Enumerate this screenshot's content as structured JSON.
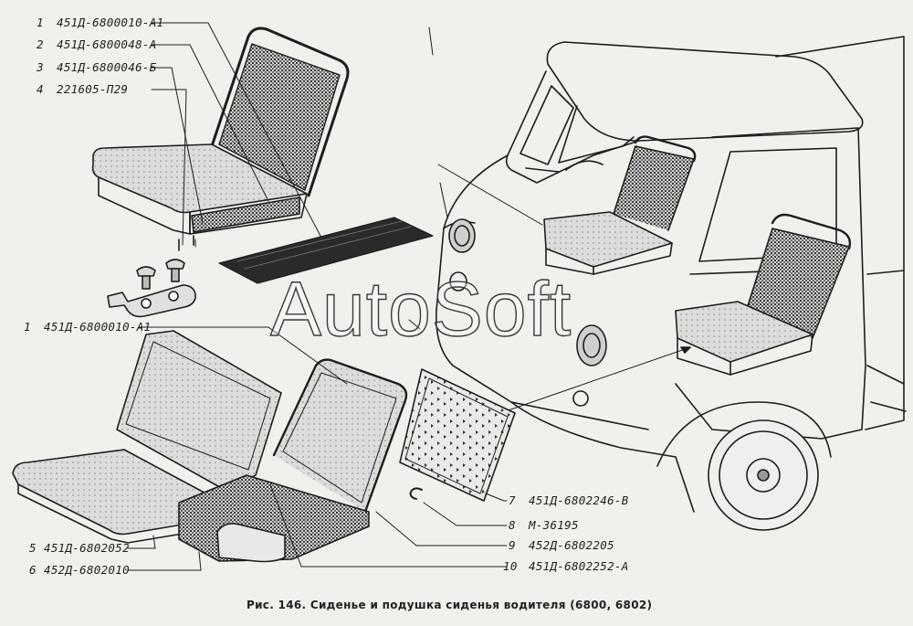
{
  "callouts_top": [
    {
      "num": "1",
      "code": "451Д-6800010-А1"
    },
    {
      "num": "2",
      "code": "451Д-6800048-А"
    },
    {
      "num": "3",
      "code": "451Д-6800046-Б"
    },
    {
      "num": "4",
      "code": "221605-П29"
    }
  ],
  "callout_mid": {
    "num": "1",
    "code": "451Д-6800010-А1"
  },
  "callouts_right": [
    {
      "num": "7",
      "code": "451Д-6802246-В"
    },
    {
      "num": "8",
      "code": "М-36195"
    },
    {
      "num": "9",
      "code": "452Д-6802205"
    },
    {
      "num": "10",
      "code": "451Д-6802252-А"
    }
  ],
  "callouts_left": [
    {
      "num": "5",
      "code": "451Д-6802052"
    },
    {
      "num": "6",
      "code": "452Д-6802010"
    }
  ],
  "caption": "Рис. 146. Сиденье и подушка сиденья водителя (6800, 6802)",
  "watermark": "AutoSoft",
  "colors": {
    "ink": "#1e1e1e",
    "paper": "#f1f0ec"
  }
}
